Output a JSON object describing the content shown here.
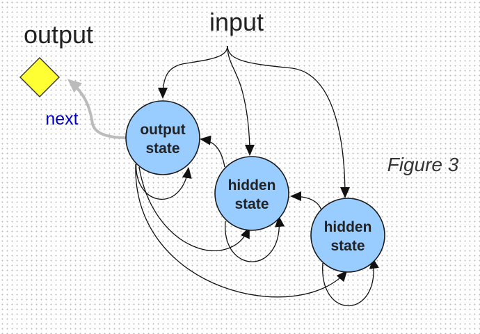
{
  "labels": {
    "input": "input",
    "output": "output",
    "next": "next",
    "figure": "Figure 3"
  },
  "nodes": [
    {
      "id": "output-state",
      "line1": "output",
      "line2": "state"
    },
    {
      "id": "hidden-state-1",
      "line1": "hidden",
      "line2": "state"
    },
    {
      "id": "hidden-state-2",
      "line1": "hidden",
      "line2": "state"
    }
  ],
  "colors": {
    "node_fill": "#99ccff",
    "node_stroke": "#1a1a1a",
    "output_diamond": "#ffff33",
    "next_arrow": "#bbbbbb",
    "next_text": "#0000cc",
    "edge": "#111111"
  }
}
